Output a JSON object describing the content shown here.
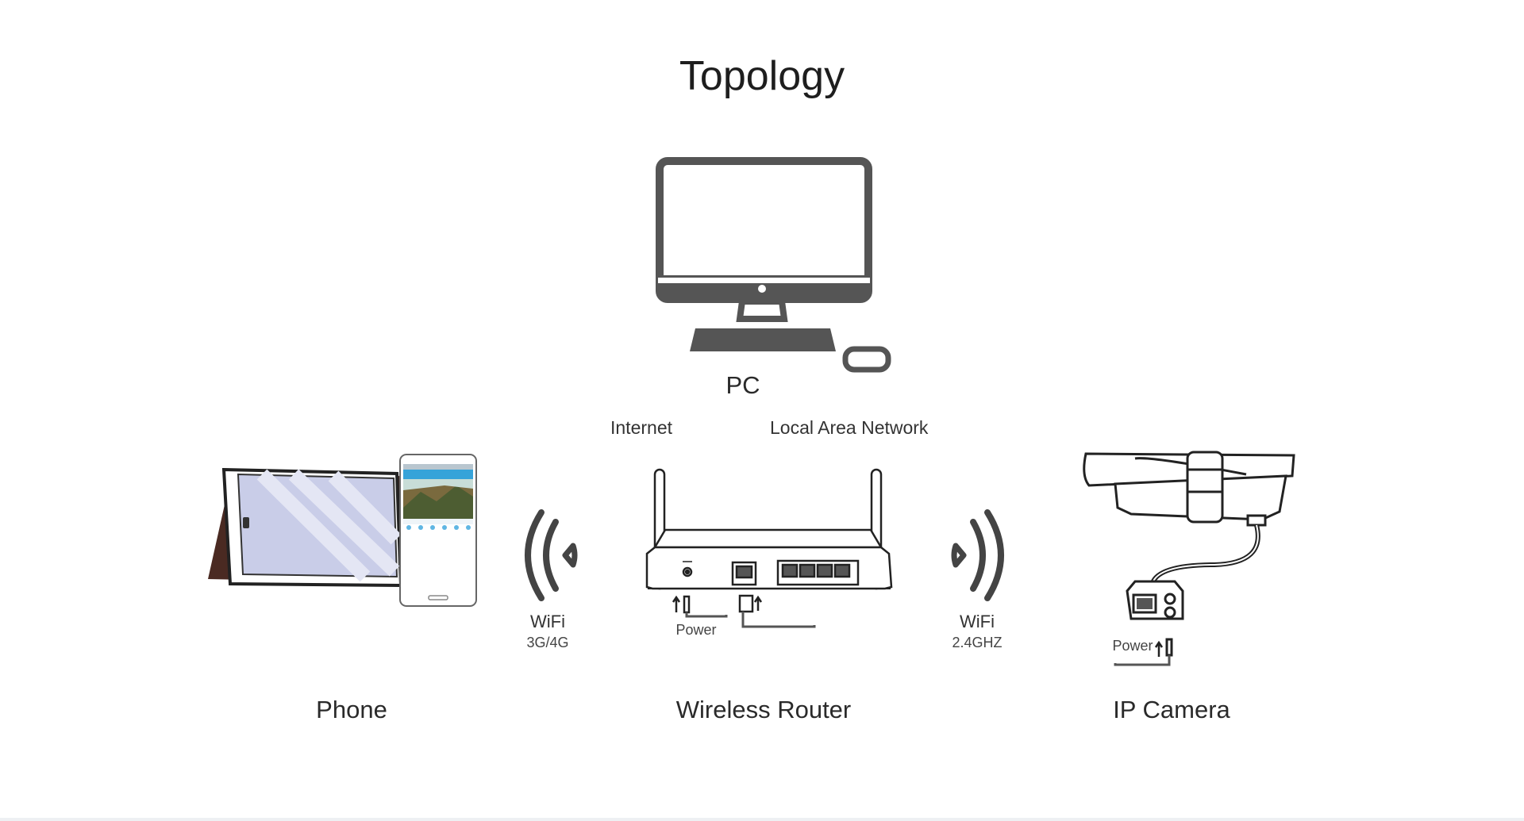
{
  "title": "Topology",
  "nodes": {
    "pc": "PC",
    "phone": "Phone",
    "router": "Wireless Router",
    "camera": "IP Camera"
  },
  "links": {
    "internet": "Internet",
    "lan": "Local Area Network",
    "wifi_left_label": "WiFi",
    "wifi_left_band": "3G/4G",
    "wifi_right_label": "WiFi",
    "wifi_right_band": "2.4GHZ"
  },
  "ports": {
    "router_power": "Power",
    "camera_power": "Power"
  },
  "colors": {
    "device_dark": "#555555",
    "line": "#2b2b2b",
    "phone_screen_header": "#36a3d9",
    "tablet_case": "#4a2a22",
    "tablet_screen": "#c9cde8"
  }
}
